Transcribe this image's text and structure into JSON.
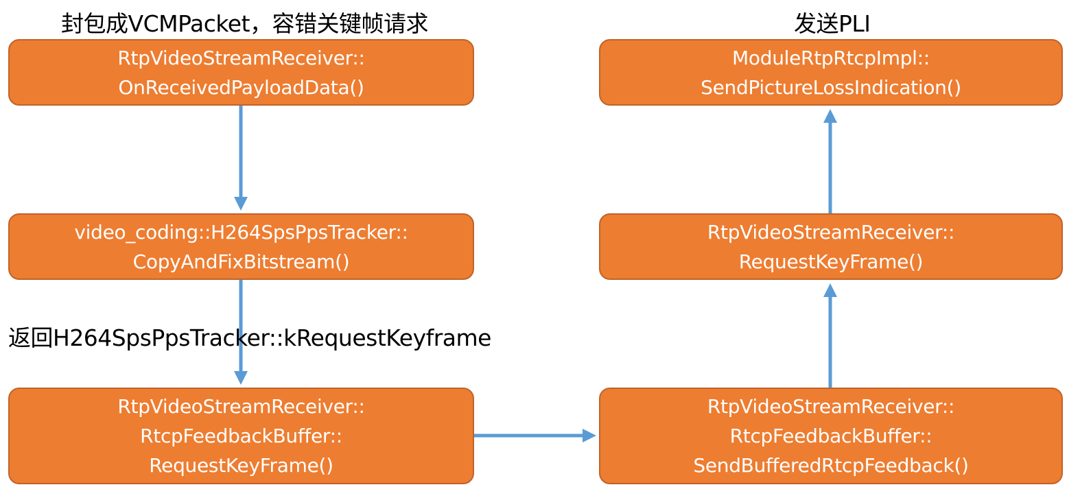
{
  "captions": {
    "top_left": "封包成VCMPacket，容错关键帧请求",
    "top_right": "发送PLI",
    "middle_left": "返回H264SpsPpsTracker::kRequestKeyframe"
  },
  "boxes": {
    "box1": {
      "line1": "RtpVideoStreamReceiver::",
      "line2": "OnReceivedPayloadData()"
    },
    "box2": {
      "line1": "video_coding::H264SpsPpsTracker::",
      "line2": "CopyAndFixBitstream()"
    },
    "box3": {
      "line1": "RtpVideoStreamReceiver::",
      "line2": "RtcpFeedbackBuffer::",
      "line3": "RequestKeyFrame()"
    },
    "box4": {
      "line1": "RtpVideoStreamReceiver::",
      "line2": "RtcpFeedbackBuffer::",
      "line3": "SendBufferedRtcpFeedback()"
    },
    "box5": {
      "line1": "RtpVideoStreamReceiver::",
      "line2": "RequestKeyFrame()"
    },
    "box6": {
      "line1": "ModuleRtpRtcpImpl::",
      "line2": "SendPictureLossIndication()"
    }
  },
  "colors": {
    "box_fill": "#ed7d31",
    "box_border": "#c0632a",
    "arrow": "#5b9bd5",
    "box_text": "#ffffff",
    "caption_text": "#000000"
  }
}
